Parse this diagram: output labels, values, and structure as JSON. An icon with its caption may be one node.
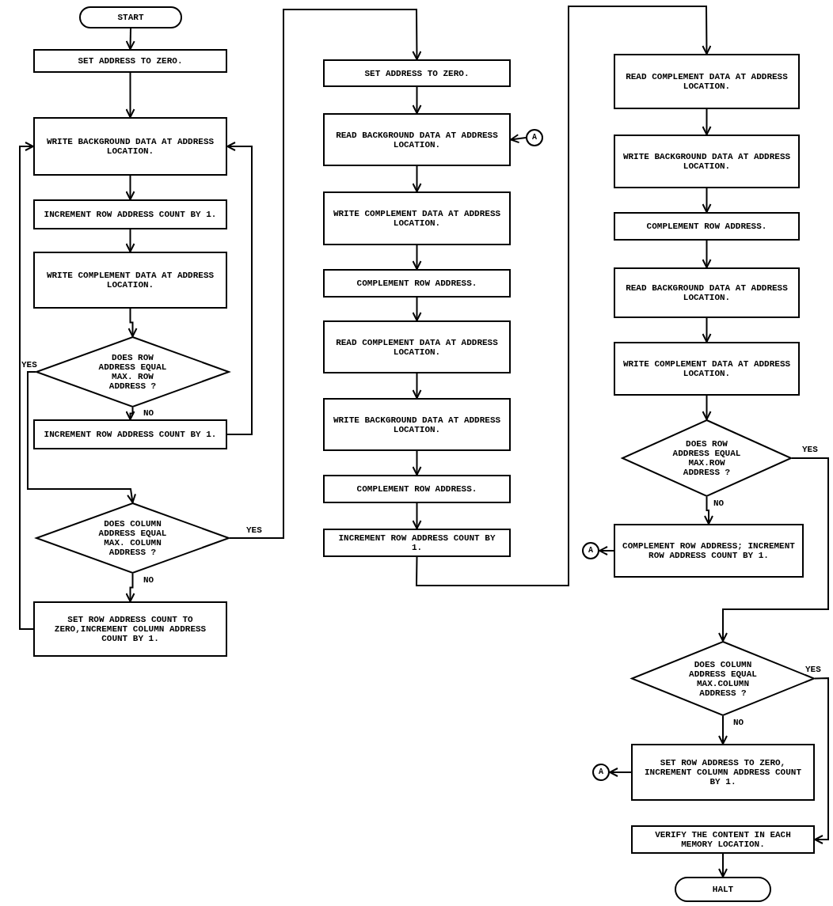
{
  "diagram": {
    "nodes": [
      {
        "text": [
          "START"
        ]
      },
      {
        "text": [
          "SET ADDRESS TO ZERO."
        ]
      },
      {
        "text": [
          "WRITE BACKGROUND DATA AT ADDRESS LOCATION."
        ]
      },
      {
        "text": [
          "INCREMENT ROW ADDRESS COUNT BY 1."
        ]
      },
      {
        "text": [
          "WRITE COMPLEMENT DATA AT ADDRESS LOCATION."
        ]
      },
      {
        "text": [
          "DOES ROW ADDRESS EQUAL MAX. ROW ADDRESS ?"
        ]
      },
      {
        "text": [
          "INCREMENT ROW ADDRESS COUNT BY 1."
        ]
      },
      {
        "text": [
          "DOES COLUMN ADDRESS EQUAL MAX. COLUMN ADDRESS ?"
        ]
      },
      {
        "text": [
          "SET ROW ADDRESS COUNT TO ZERO,INCREMENT COLUMN ADDRESS COUNT BY 1."
        ]
      },
      {
        "text": [
          "SET ADDRESS TO ZERO."
        ]
      },
      {
        "text": [
          "READ BACKGROUND DATA AT ADDRESS LOCATION."
        ]
      },
      {
        "text": [
          "A"
        ]
      },
      {
        "text": [
          "WRITE COMPLEMENT DATA AT ADDRESS LOCATION."
        ]
      },
      {
        "text": [
          "COMPLEMENT ROW ADDRESS."
        ]
      },
      {
        "text": [
          "READ COMPLEMENT DATA AT ADDRESS LOCATION."
        ]
      },
      {
        "text": [
          "WRITE BACKGROUND DATA AT ADDRESS LOCATION."
        ]
      },
      {
        "text": [
          "COMPLEMENT ROW ADDRESS."
        ]
      },
      {
        "text": [
          "INCREMENT ROW ADDRESS COUNT BY 1."
        ]
      },
      {
        "text": [
          "READ COMPLEMENT DATA AT ADDRESS LOCATION."
        ]
      },
      {
        "text": [
          "WRITE BACKGROUND DATA AT ADDRESS LOCATION."
        ]
      },
      {
        "text": [
          "COMPLEMENT ROW ADDRESS."
        ]
      },
      {
        "text": [
          "READ BACKGROUND DATA AT ADDRESS LOCATION."
        ]
      },
      {
        "text": [
          "WRITE COMPLEMENT DATA AT ADDRESS LOCATION."
        ]
      },
      {
        "text": [
          "DOES ROW ADDRESS EQUAL MAX.ROW ADDRESS ?"
        ]
      },
      {
        "text": [
          "COMPLEMENT ROW ADDRESS; INCREMENT ROW ADDRESS COUNT BY 1."
        ]
      },
      {
        "text": [
          "A"
        ]
      },
      {
        "text": [
          "DOES COLUMN ADDRESS EQUAL MAX.COLUMN ADDRESS ?"
        ]
      },
      {
        "text": [
          "SET ROW ADDRESS TO ZERO, INCREMENT COLUMN ADDRESS COUNT BY 1."
        ]
      },
      {
        "text": [
          "A"
        ]
      },
      {
        "text": [
          "VERIFY THE CONTENT IN EACH MEMORY LOCATION."
        ]
      },
      {
        "text": [
          "HALT"
        ]
      }
    ],
    "edges": [
      {
        "from": 0,
        "to": 1,
        "arrow": "to"
      },
      {
        "from": 1,
        "to": 2,
        "arrow": "to"
      },
      {
        "from": 2,
        "to": 3,
        "arrow": "to"
      },
      {
        "from": 3,
        "to": 4,
        "arrow": "to"
      },
      {
        "from": 4,
        "to": 5,
        "arrow": "to"
      },
      {
        "from": 5,
        "to": 6,
        "label": "NO",
        "arrow": "to"
      },
      {
        "from": 6,
        "to": 2,
        "arrow": "to"
      },
      {
        "from": 5,
        "to": 7,
        "label": "YES",
        "arrow": "to"
      },
      {
        "from": 7,
        "to": 8,
        "label": "NO",
        "arrow": "to"
      },
      {
        "from": 8,
        "to": 2,
        "arrow": "to"
      },
      {
        "from": 7,
        "to": 9,
        "label": "YES",
        "arrow": "to"
      },
      {
        "from": 9,
        "to": 10,
        "arrow": "to"
      },
      {
        "from": 11,
        "to": 10,
        "arrow": "to"
      },
      {
        "from": 10,
        "to": 12,
        "arrow": "to"
      },
      {
        "from": 12,
        "to": 13,
        "arrow": "to"
      },
      {
        "from": 13,
        "to": 14,
        "arrow": "to"
      },
      {
        "from": 14,
        "to": 15,
        "arrow": "to"
      },
      {
        "from": 15,
        "to": 16,
        "arrow": "to"
      },
      {
        "from": 16,
        "to": 17,
        "arrow": "to"
      },
      {
        "from": 17,
        "to": 18,
        "arrow": "to"
      },
      {
        "from": 18,
        "to": 19,
        "arrow": "to"
      },
      {
        "from": 19,
        "to": 20,
        "arrow": "to"
      },
      {
        "from": 20,
        "to": 21,
        "arrow": "to"
      },
      {
        "from": 21,
        "to": 22,
        "arrow": "to"
      },
      {
        "from": 22,
        "to": 23,
        "arrow": "to"
      },
      {
        "from": 23,
        "to": 24,
        "label": "NO",
        "arrow": "to"
      },
      {
        "from": 24,
        "to": 25,
        "arrow": "to"
      },
      {
        "from": 23,
        "to": 26,
        "label": "YES",
        "arrow": "to"
      },
      {
        "from": 26,
        "to": 27,
        "label": "NO",
        "arrow": "to"
      },
      {
        "from": 27,
        "to": 28,
        "arrow": "to"
      },
      {
        "from": 26,
        "to": 29,
        "label": "YES",
        "arrow": "to"
      },
      {
        "from": 29,
        "to": 30,
        "arrow": "to"
      }
    ]
  }
}
